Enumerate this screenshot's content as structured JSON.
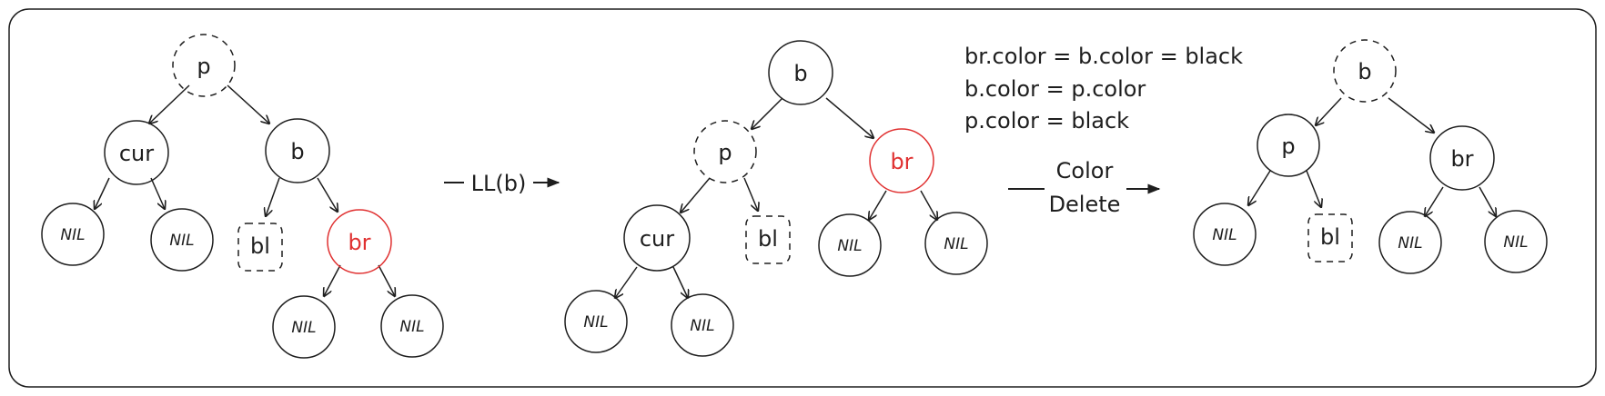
{
  "diagram": {
    "colors": {
      "stroke": "#1e1e1e",
      "highlight": "#e03131",
      "background": "#ffffff"
    },
    "stage1": {
      "p": "p",
      "cur": "cur",
      "b": "b",
      "bl": "bl",
      "br": "br",
      "nil": "NIL"
    },
    "transition1": {
      "label": "LL(b)"
    },
    "stage2": {
      "b": "b",
      "p": "p",
      "br": "br",
      "cur": "cur",
      "bl": "bl",
      "nil": "NIL"
    },
    "notes": [
      "br.color = b.color = black",
      "b.color = p.color",
      "p.color = black"
    ],
    "transition2": {
      "label_line1": "Color",
      "label_line2": "Delete"
    },
    "stage3": {
      "b": "b",
      "p": "p",
      "br": "br",
      "bl": "bl",
      "nil": "NIL"
    }
  }
}
